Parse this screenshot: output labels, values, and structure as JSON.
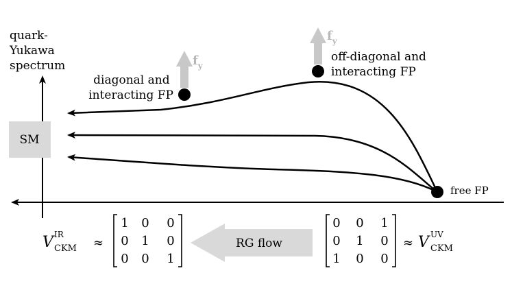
{
  "axis_label_lines": [
    "quark-",
    "Yukawa",
    "spectrum"
  ],
  "sm_label": "SM",
  "fp_diagonal_lines": [
    "diagonal and",
    "interacting FP"
  ],
  "fp_offdiagonal_lines": [
    "off-diagonal and",
    "interacting FP"
  ],
  "fp_free": "free FP",
  "fy_symbol": "f",
  "fy_subscript": "y",
  "rg_flow_label": "RG flow",
  "approx_symbol": "≈",
  "v_ir": {
    "symbol": "V",
    "superscript": "IR",
    "subscript": "CKM"
  },
  "v_uv": {
    "symbol": "V",
    "superscript": "UV",
    "subscript": "CKM"
  },
  "matrix_ir": [
    [
      "1",
      "0",
      "0"
    ],
    [
      "0",
      "1",
      "0"
    ],
    [
      "0",
      "0",
      "1"
    ]
  ],
  "matrix_uv": [
    [
      "0",
      "0",
      "1"
    ],
    [
      "0",
      "1",
      "0"
    ],
    [
      "1",
      "0",
      "0"
    ]
  ],
  "colors": {
    "ink": "#000000",
    "grey_fill": "#d9d9d9",
    "grey_arrow": "#c8c8c8"
  }
}
